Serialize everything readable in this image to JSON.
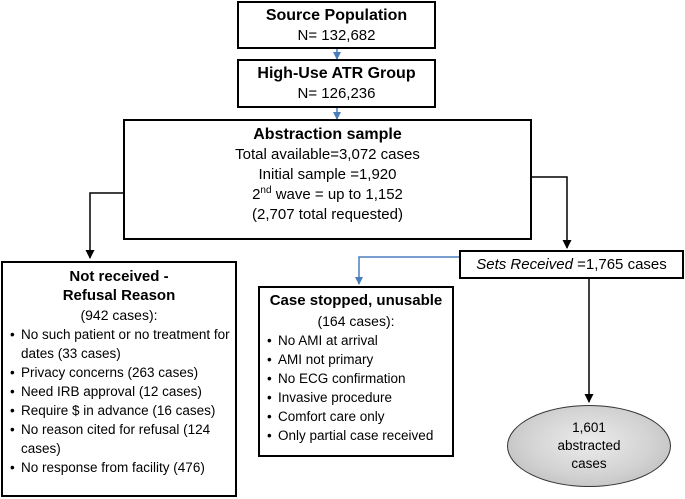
{
  "source_population": {
    "title": "Source Population",
    "count": "N= 132,682"
  },
  "high_use_group": {
    "title": "High-Use ATR Group",
    "count": "N= 126,236"
  },
  "abstraction_sample": {
    "title": "Abstraction sample",
    "total_available": "Total available=3,072 cases",
    "initial_sample": "Initial sample =1,920",
    "second_wave_prefix": "2",
    "second_wave_sup": "nd",
    "second_wave_rest": " wave = up to 1,152",
    "total_requested": "(2,707 total requested)"
  },
  "not_received": {
    "title_line1": "Not received -",
    "title_line2": "Refusal Reason",
    "count": "(942 cases):",
    "reasons": [
      "No such patient or no treatment for dates (33 cases)",
      "Privacy concerns (263 cases)",
      "Need IRB approval (12 cases)",
      "Require $ in advance (16 cases)",
      "No reason cited for refusal (124 cases)",
      "No response from facility (476)"
    ]
  },
  "sets_received": {
    "label_italic": "Sets Received",
    "label_rest": " =1,765 cases"
  },
  "case_stopped": {
    "title": "Case stopped, unusable",
    "count": "(164 cases):",
    "reasons": [
      "No AMI at arrival",
      "AMI not primary",
      "No ECG confirmation",
      "Invasive procedure",
      "Comfort care only",
      "Only partial case received"
    ]
  },
  "abstracted": {
    "number": "1,601",
    "line2": "abstracted",
    "line3": "cases"
  },
  "colors": {
    "blue_arrow": "#4a7ebb",
    "black_arrow": "#000000",
    "ellipse_fill": "#c8c8c8"
  }
}
